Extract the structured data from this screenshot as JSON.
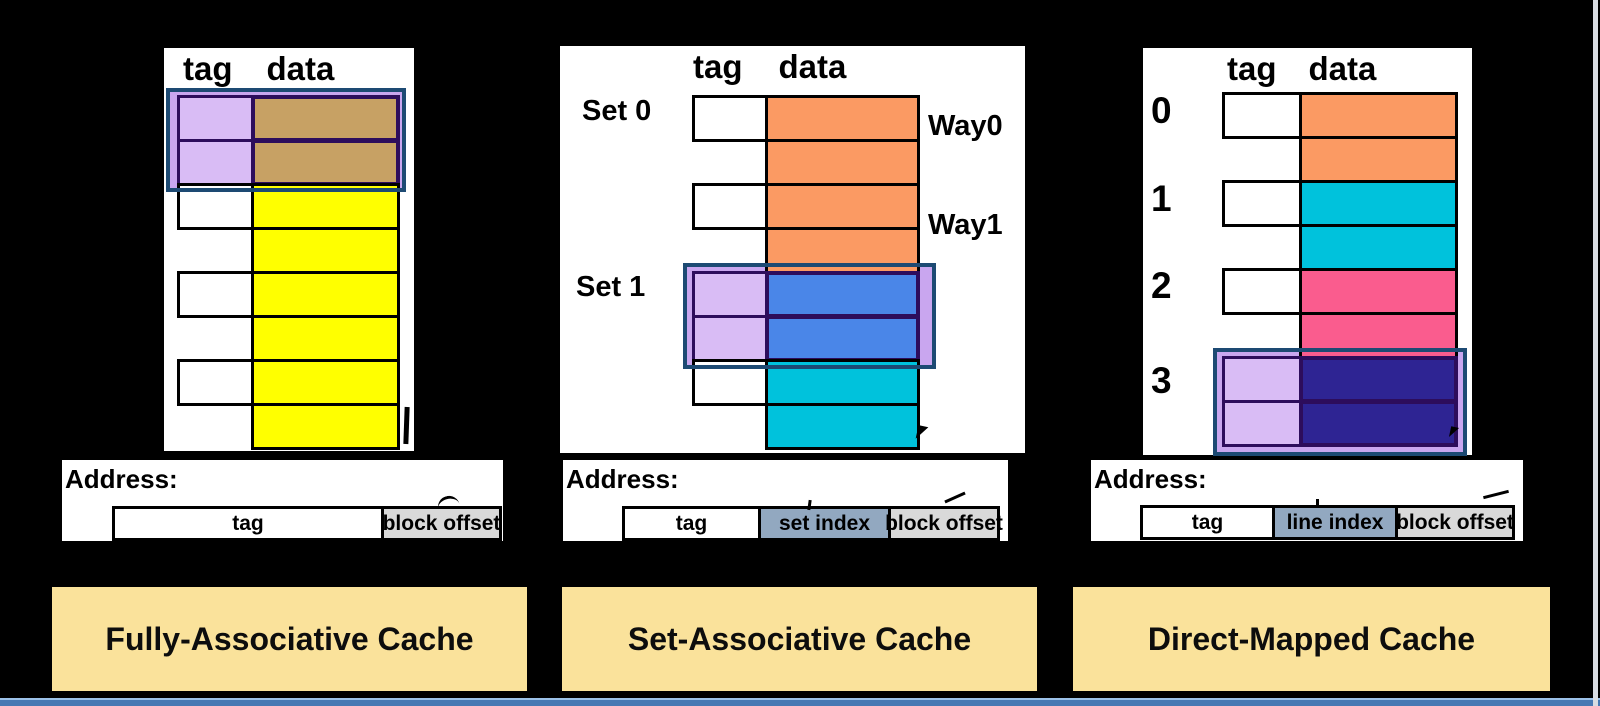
{
  "palette": {
    "background": "#000000",
    "panel": "#FFFFFF",
    "yellow": "#FFFF00",
    "orange": "#FB9A63",
    "cyan": "#00C2DC",
    "pink": "#FA5C8E",
    "blue": "#4A86E8",
    "indigo": "#2E2493",
    "tan": "#C7A164",
    "lavender": "#D9BCF5",
    "lavender_frame": "#C9A6EF",
    "highlight_outline": "#1D4A73",
    "highlight_inner_border": "#2D0D5C",
    "field_bluegray": "#92A8C0",
    "field_gray": "#D9D9D9",
    "caption_bg": "#FAE29B",
    "window_border_blue": "#4778B3"
  },
  "diagrams": [
    {
      "caption": "Fully-Associative Cache",
      "header": {
        "tag": "tag",
        "data": "data"
      },
      "left_labels": [],
      "right_labels": [],
      "rows": [
        {
          "data_color": "tan",
          "tag": "purple",
          "highlighted": true
        },
        {
          "data_color": "tan",
          "tag": "purple",
          "highlighted": true
        },
        {
          "data_color": "yellow",
          "tag": "white",
          "highlighted": false
        },
        {
          "data_color": "yellow",
          "tag": "none",
          "highlighted": false
        },
        {
          "data_color": "yellow",
          "tag": "white",
          "highlighted": false
        },
        {
          "data_color": "yellow",
          "tag": "none",
          "highlighted": false
        },
        {
          "data_color": "yellow",
          "tag": "white",
          "highlighted": false
        },
        {
          "data_color": "yellow",
          "tag": "none",
          "highlighted": false
        }
      ],
      "address": {
        "label": "Address:",
        "fields": [
          {
            "text": "tag",
            "style": "white"
          },
          {
            "text": "block offset",
            "style": "gray"
          }
        ]
      }
    },
    {
      "caption": "Set-Associative Cache",
      "header": {
        "tag": "tag",
        "data": "data"
      },
      "left_labels": [
        "Set 0",
        "Set 1"
      ],
      "right_labels": [
        "Way0",
        "Way1"
      ],
      "rows": [
        {
          "data_color": "orange",
          "tag": "white",
          "highlighted": false
        },
        {
          "data_color": "orange",
          "tag": "none",
          "highlighted": false
        },
        {
          "data_color": "orange",
          "tag": "white",
          "highlighted": false
        },
        {
          "data_color": "orange",
          "tag": "none",
          "highlighted": false
        },
        {
          "data_color": "blue",
          "tag": "purple",
          "highlighted": true
        },
        {
          "data_color": "blue",
          "tag": "purple",
          "highlighted": true
        },
        {
          "data_color": "cyan",
          "tag": "white",
          "highlighted": false
        },
        {
          "data_color": "cyan",
          "tag": "none",
          "highlighted": false
        }
      ],
      "address": {
        "label": "Address:",
        "fields": [
          {
            "text": "tag",
            "style": "white"
          },
          {
            "text": "set index",
            "style": "bluegray"
          },
          {
            "text": "block offset",
            "style": "gray"
          }
        ]
      }
    },
    {
      "caption": "Direct-Mapped Cache",
      "header": {
        "tag": "tag",
        "data": "data"
      },
      "left_labels": [
        "0",
        "1",
        "2",
        "3"
      ],
      "right_labels": [],
      "rows": [
        {
          "data_color": "orange",
          "tag": "white",
          "highlighted": false
        },
        {
          "data_color": "orange",
          "tag": "none",
          "highlighted": false
        },
        {
          "data_color": "cyan",
          "tag": "white",
          "highlighted": false
        },
        {
          "data_color": "cyan",
          "tag": "none",
          "highlighted": false
        },
        {
          "data_color": "pink",
          "tag": "white",
          "highlighted": false
        },
        {
          "data_color": "pink",
          "tag": "none",
          "highlighted": false
        },
        {
          "data_color": "indigo",
          "tag": "purple",
          "highlighted": true
        },
        {
          "data_color": "indigo",
          "tag": "purple",
          "highlighted": true
        }
      ],
      "address": {
        "label": "Address:",
        "fields": [
          {
            "text": "tag",
            "style": "white"
          },
          {
            "text": "line index",
            "style": "bluegray"
          },
          {
            "text": "block offset",
            "style": "gray"
          }
        ]
      }
    }
  ]
}
